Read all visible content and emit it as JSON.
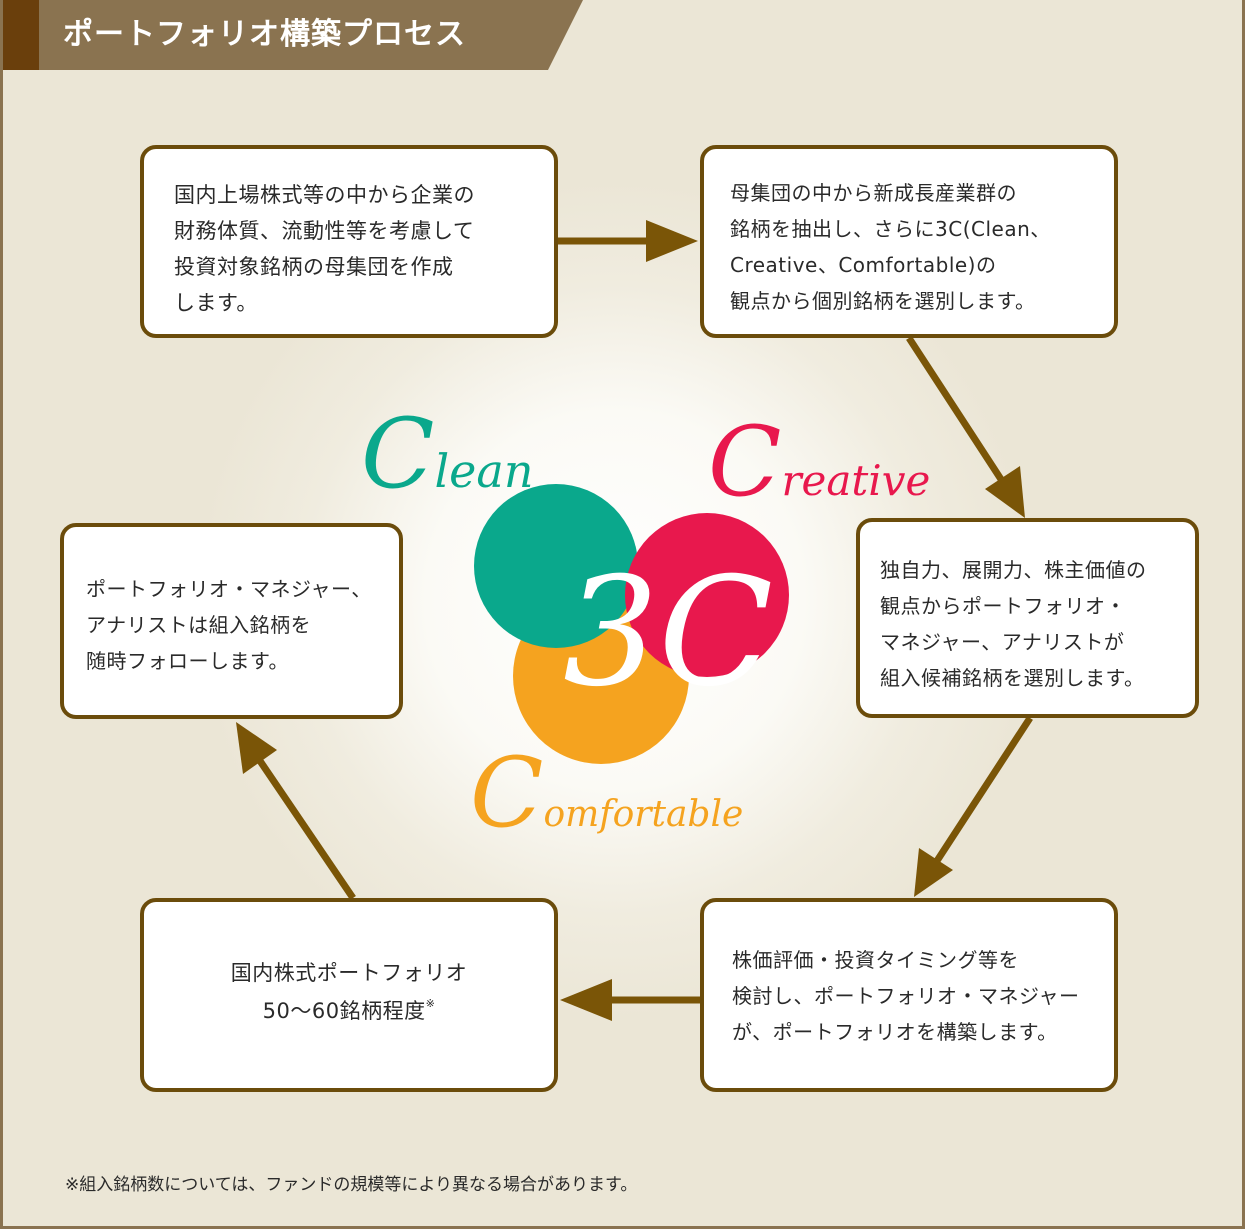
{
  "header": {
    "title": "ポートフォリオ構築プロセス"
  },
  "steps": [
    {
      "text": "国内上場株式等の中から企業の\n財務体質、流動性等を考慮して\n投資対象銘柄の母集団を作成\nします。"
    },
    {
      "text": "母集団の中から新成長産業群の\n銘柄を抽出し、さらに3C(Clean、\nCreative、Comfortable)の\n観点から個別銘柄を選別します。"
    },
    {
      "text": "独自力、展開力、株主価値の\n観点からポートフォリオ・\nマネジャー、アナリストが\n組入候補銘柄を選別します。"
    },
    {
      "text": "株価評価・投資タイミング等を\n検討し、ポートフォリオ・マネジャー\nが、ポートフォリオを構築します。"
    },
    {
      "line1": "国内株式ポートフォリオ",
      "line2": "50〜60銘柄程度",
      "mark": "※"
    },
    {
      "text": "ポートフォリオ・マネジャー、\nアナリストは組入銘柄を\n随時フォローします。"
    }
  ],
  "venn": {
    "center_label": "3C",
    "clean": {
      "initial": "C",
      "rest": "lean",
      "color": "#0aa88c"
    },
    "creative": {
      "initial": "C",
      "rest": "reative",
      "color": "#e8184d"
    },
    "comfortable": {
      "initial": "C",
      "rest": "omfortable",
      "color": "#f5a31f"
    }
  },
  "colors": {
    "frame": "#8a7350",
    "arrow": "#7a5507",
    "box_border": "#6b4c0b",
    "header_accent": "#6a3f0c"
  },
  "footnote": "※組入銘柄数については、ファンドの規模等により異なる場合があります。"
}
